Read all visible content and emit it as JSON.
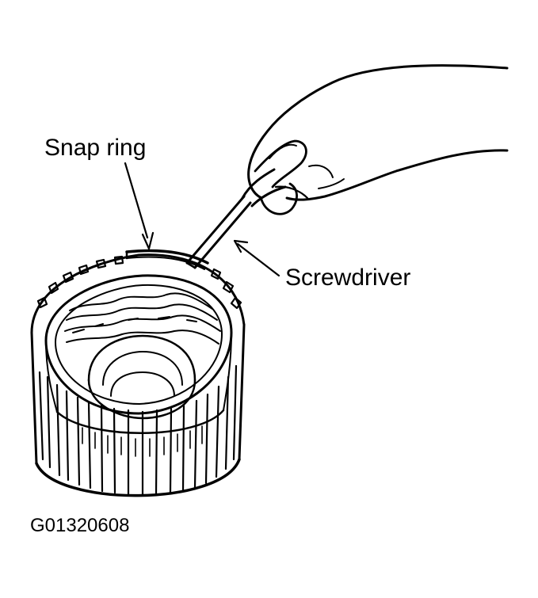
{
  "labels": {
    "snap_ring": "Snap ring",
    "screwdriver": "Screwdriver",
    "figure_code": "G01320608"
  },
  "colors": {
    "ink": "#000000",
    "paper": "#ffffff"
  }
}
